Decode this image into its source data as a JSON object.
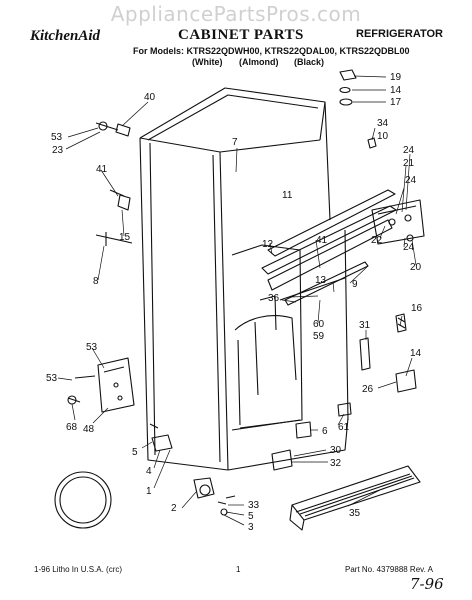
{
  "watermark": "AppliancePartsPros.com",
  "header": {
    "brand": "KitchenAid",
    "title": "CABINET PARTS",
    "appliance": "REFRIGERATOR",
    "models": "For Models: KTRS22QDWH00, KTRS22QDAL00, KTRS22QDBL00",
    "colors": [
      "(White)",
      "(Almond)",
      "(Black)"
    ]
  },
  "callouts": {
    "c1": "1",
    "c2": "2",
    "c3": "3",
    "c4": "4",
    "c5a": "5",
    "c5b": "5",
    "c6": "6",
    "c7": "7",
    "c8": "8",
    "c9": "9",
    "c10": "10",
    "c11": "11",
    "c12": "12",
    "c13": "13",
    "c14a": "14",
    "c14b": "14",
    "c15": "15",
    "c16": "16",
    "c17": "17",
    "c19": "19",
    "c20": "20",
    "c21": "21",
    "c22": "22",
    "c23": "23",
    "c24a": "24",
    "c24b": "24",
    "c24c": "24",
    "c26": "26",
    "c30": "30",
    "c31": "31",
    "c32": "32",
    "c33": "33",
    "c34": "34",
    "c35": "35",
    "c36": "36",
    "c40": "40",
    "c41a": "41",
    "c41b": "41",
    "c48": "48",
    "c53a": "53",
    "c53b": "53",
    "c53c": "53",
    "c59": "59",
    "c60": "60",
    "c61": "61",
    "c68": "68"
  },
  "footer": {
    "print_info": "1-96 Litho In U.S.A. (crc)",
    "page_number": "1",
    "part_number": "Part No. 4379888 Rev. A"
  },
  "handwritten_note": "7-96"
}
